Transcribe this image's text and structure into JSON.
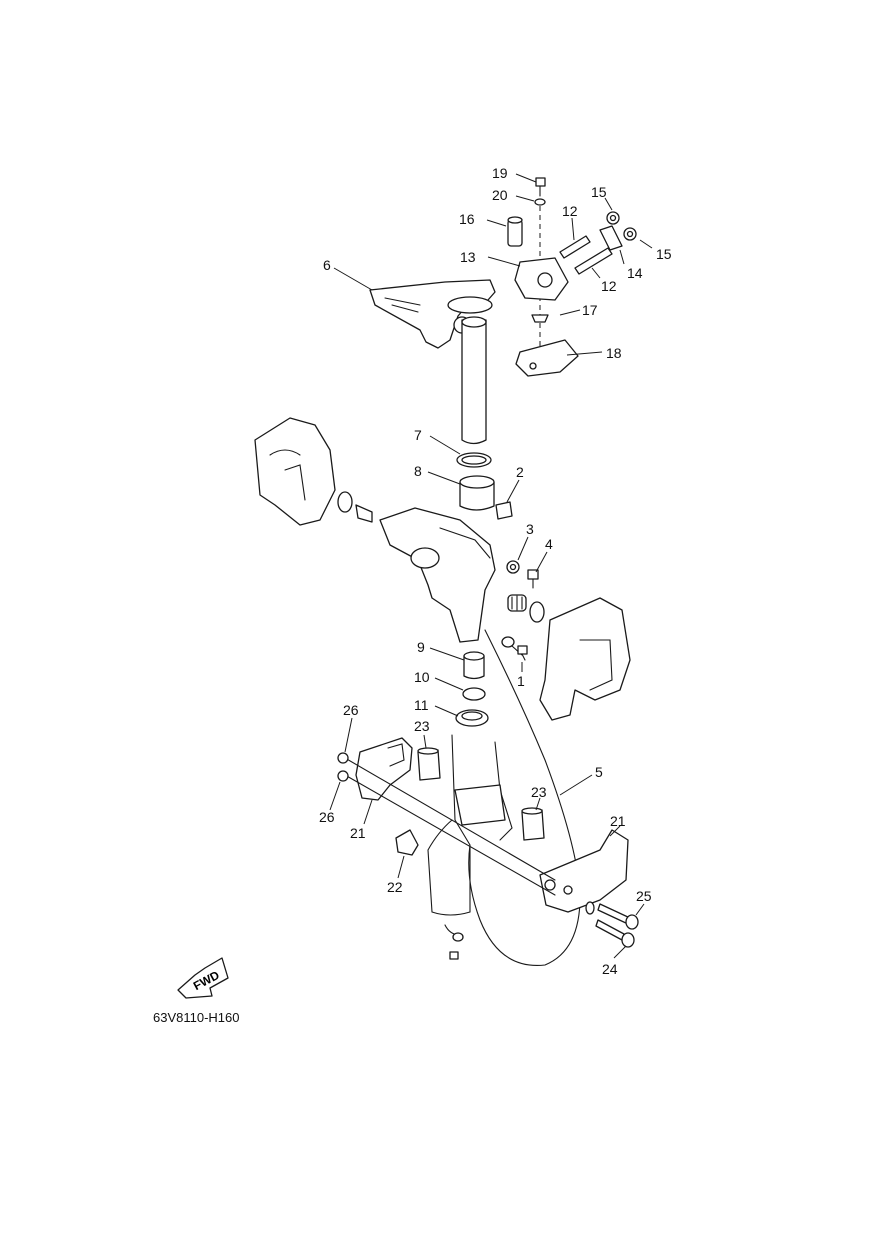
{
  "labels": {
    "p1": "1",
    "p2": "2",
    "p3": "3",
    "p4": "4",
    "p5": "5",
    "p6": "6",
    "p7": "7",
    "p8": "8",
    "p9": "9",
    "p10": "10",
    "p11": "11",
    "p12a": "12",
    "p12b": "12",
    "p13": "13",
    "p14": "14",
    "p15a": "15",
    "p15b": "15",
    "p16": "16",
    "p17": "17",
    "p18": "18",
    "p19": "19",
    "p20": "20",
    "p21a": "21",
    "p21b": "21",
    "p22": "22",
    "p23a": "23",
    "p23b": "23",
    "p24": "24",
    "p25": "25",
    "p26a": "26",
    "p26b": "26"
  },
  "fwd_label": "FWD",
  "diagram_code": "63V8110-H160"
}
